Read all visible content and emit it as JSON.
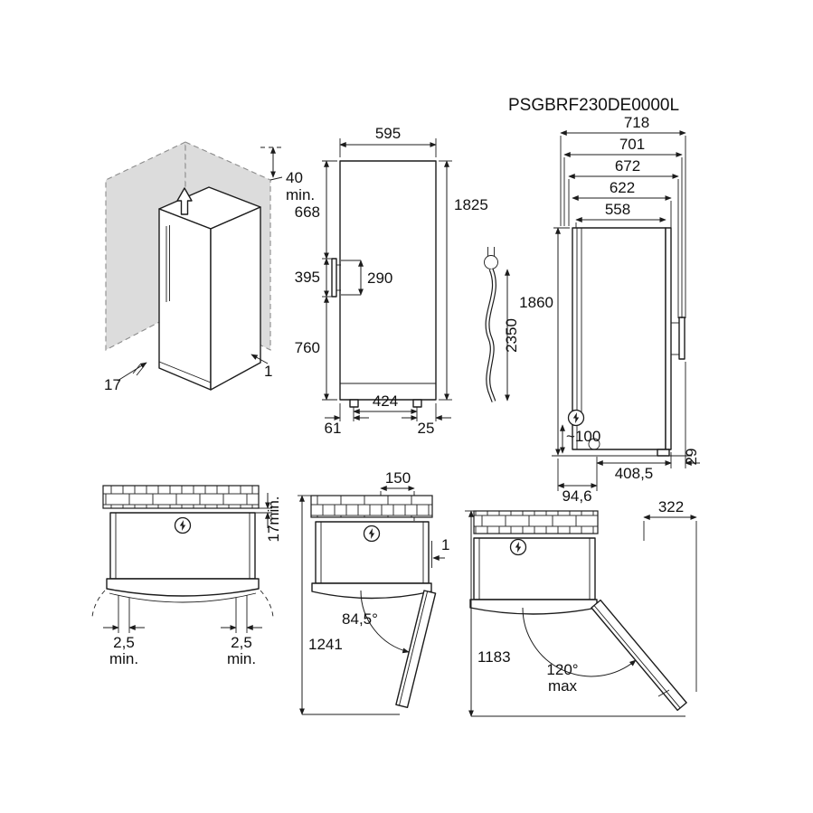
{
  "title": "PSGBRF230DE0000L",
  "perspective": {
    "clearance_top_value": "40",
    "clearance_top_unit": "min.",
    "floor_left": "17",
    "floor_right": "1"
  },
  "front_view": {
    "width": "595",
    "height": "1825",
    "top_section": "668",
    "handle_section": "395",
    "bottom_section": "760",
    "handle_length": "290",
    "feet_distance": "424",
    "foot_left_offset": "61",
    "foot_right_offset": "25"
  },
  "power_cord": {
    "length": "2350"
  },
  "side_view": {
    "depth_total": "718",
    "depth_701": "701",
    "depth_with_handle": "672",
    "depth_with_door": "622",
    "depth_body": "558",
    "height": "1860",
    "cord_height": "~100",
    "base_depth": "408,5",
    "hinge_offset": "29",
    "front_offset": "94,6"
  },
  "top_view_wall": {
    "rear_gap": "17min.",
    "left_gap_value": "2,5",
    "left_gap_unit": "min.",
    "right_gap_value": "2,5",
    "right_gap_unit": "min."
  },
  "top_view_door90": {
    "hinge_wall_distance": "150",
    "side_gap": "1",
    "door_angle": "84,5°",
    "total_depth": "1241"
  },
  "top_view_door120": {
    "side_clearance": "322",
    "door_angle_value": "120°",
    "door_angle_unit": "max",
    "total_depth": "1183"
  }
}
